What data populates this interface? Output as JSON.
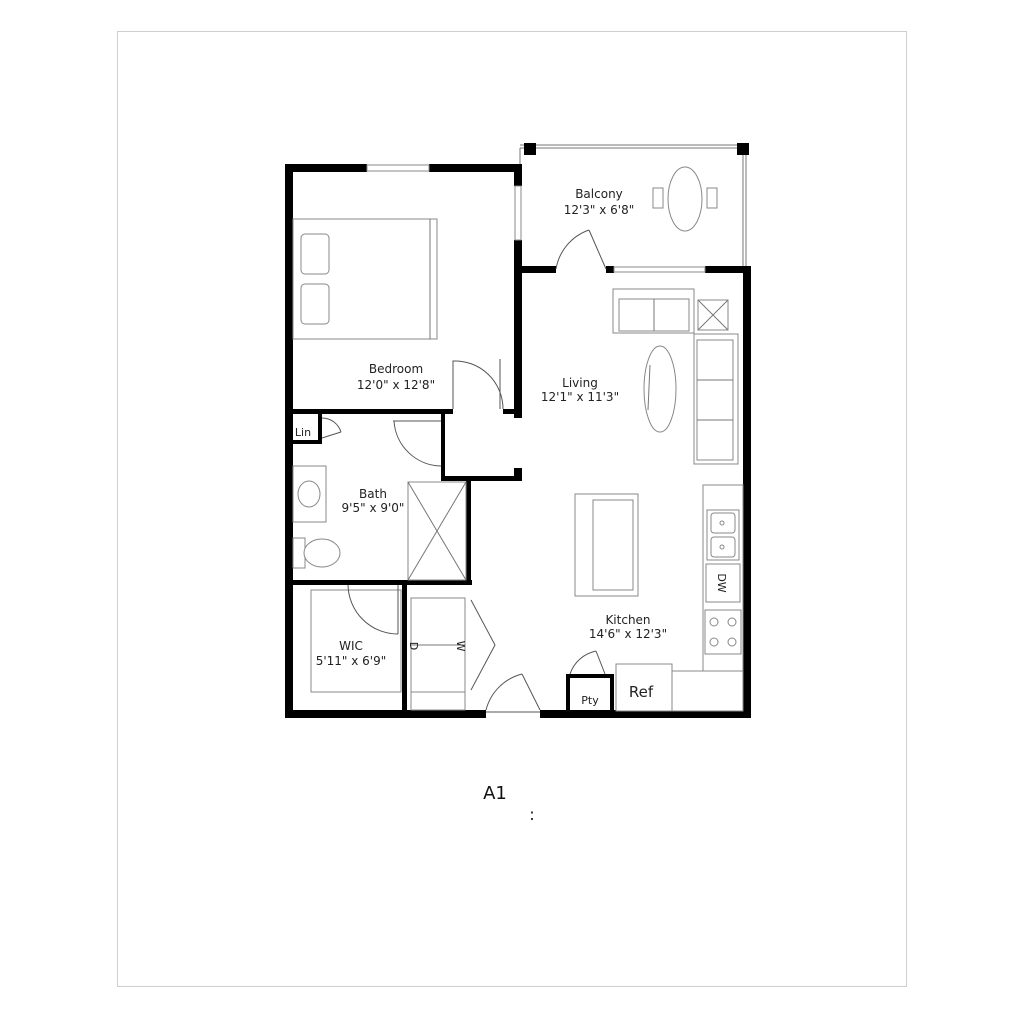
{
  "plan": {
    "name": "A1",
    "separator": ":"
  },
  "rooms": {
    "balcony": {
      "name": "Balcony",
      "size": "12'3\" x 6'8\""
    },
    "bedroom": {
      "name": "Bedroom",
      "size": "12'0\" x 12'8\""
    },
    "living": {
      "name": "Living",
      "size": "12'1\" x 11'3\""
    },
    "bath": {
      "name": "Bath",
      "size": "9'5\" x 9'0\""
    },
    "kitchen": {
      "name": "Kitchen",
      "size": "14'6\" x 12'3\""
    },
    "wic": {
      "name": "WIC",
      "size": "5'11\" x 6'9\""
    }
  },
  "fixtures": {
    "linen": "Lin",
    "pantry": "Pty",
    "refrigerator": "Ref",
    "dishwasher": "DW",
    "dryer": "D",
    "washer": "W"
  },
  "colors": {
    "wall": "#000000",
    "line": "#888888",
    "frame": "#cfcfcf"
  }
}
